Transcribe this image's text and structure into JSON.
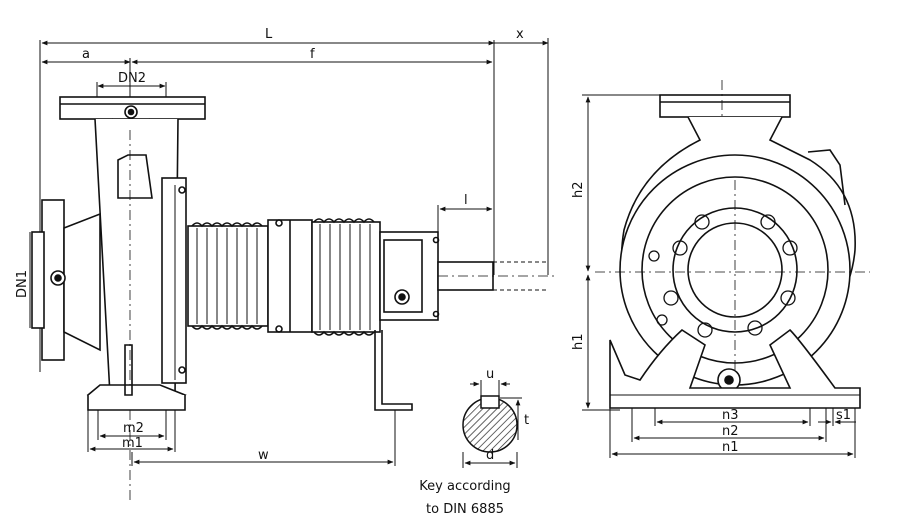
{
  "labels": {
    "L": "L",
    "x": "x",
    "a": "a",
    "f": "f",
    "dn2": "DN2",
    "dn1": "DN1",
    "l": "l",
    "u": "u",
    "t": "t",
    "d": "d",
    "m2": "m2",
    "m1": "m1",
    "w": "w",
    "h2": "h2",
    "h1": "h1",
    "n3": "n3",
    "n2": "n2",
    "n1": "n1",
    "s1": "s1"
  },
  "caption": {
    "line1": "Key according",
    "line2": "to DIN 6885"
  },
  "colors": {
    "line": "#111111",
    "hatch": "#222222",
    "background": "#ffffff"
  }
}
